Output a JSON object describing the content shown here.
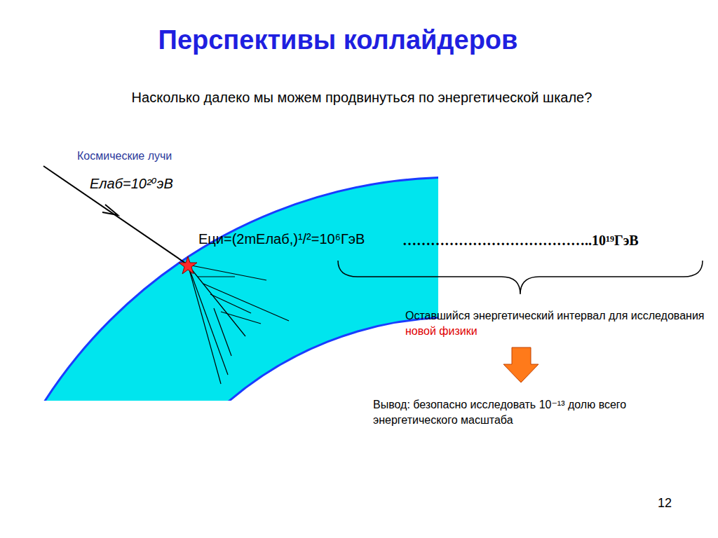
{
  "diagram": {
    "title": "Перспективы коллайдеров",
    "labels": [
      "Насколько далеко мы можем продвинуться по энергетической шкале?",
      "Космические лучи",
      "Eлаб=10²⁰эВ",
      "Eци=(2mEлаб,)¹/²=10⁶ГэВ",
      "…………………………………..10¹⁹ГэВ",
      "Оставшийся энергетический интервал для исследования",
      "новой физики",
      "Вывод: безопасно исследовать 10⁻¹³ долю всего энергетического масштаба",
      "12"
    ]
  }
}
